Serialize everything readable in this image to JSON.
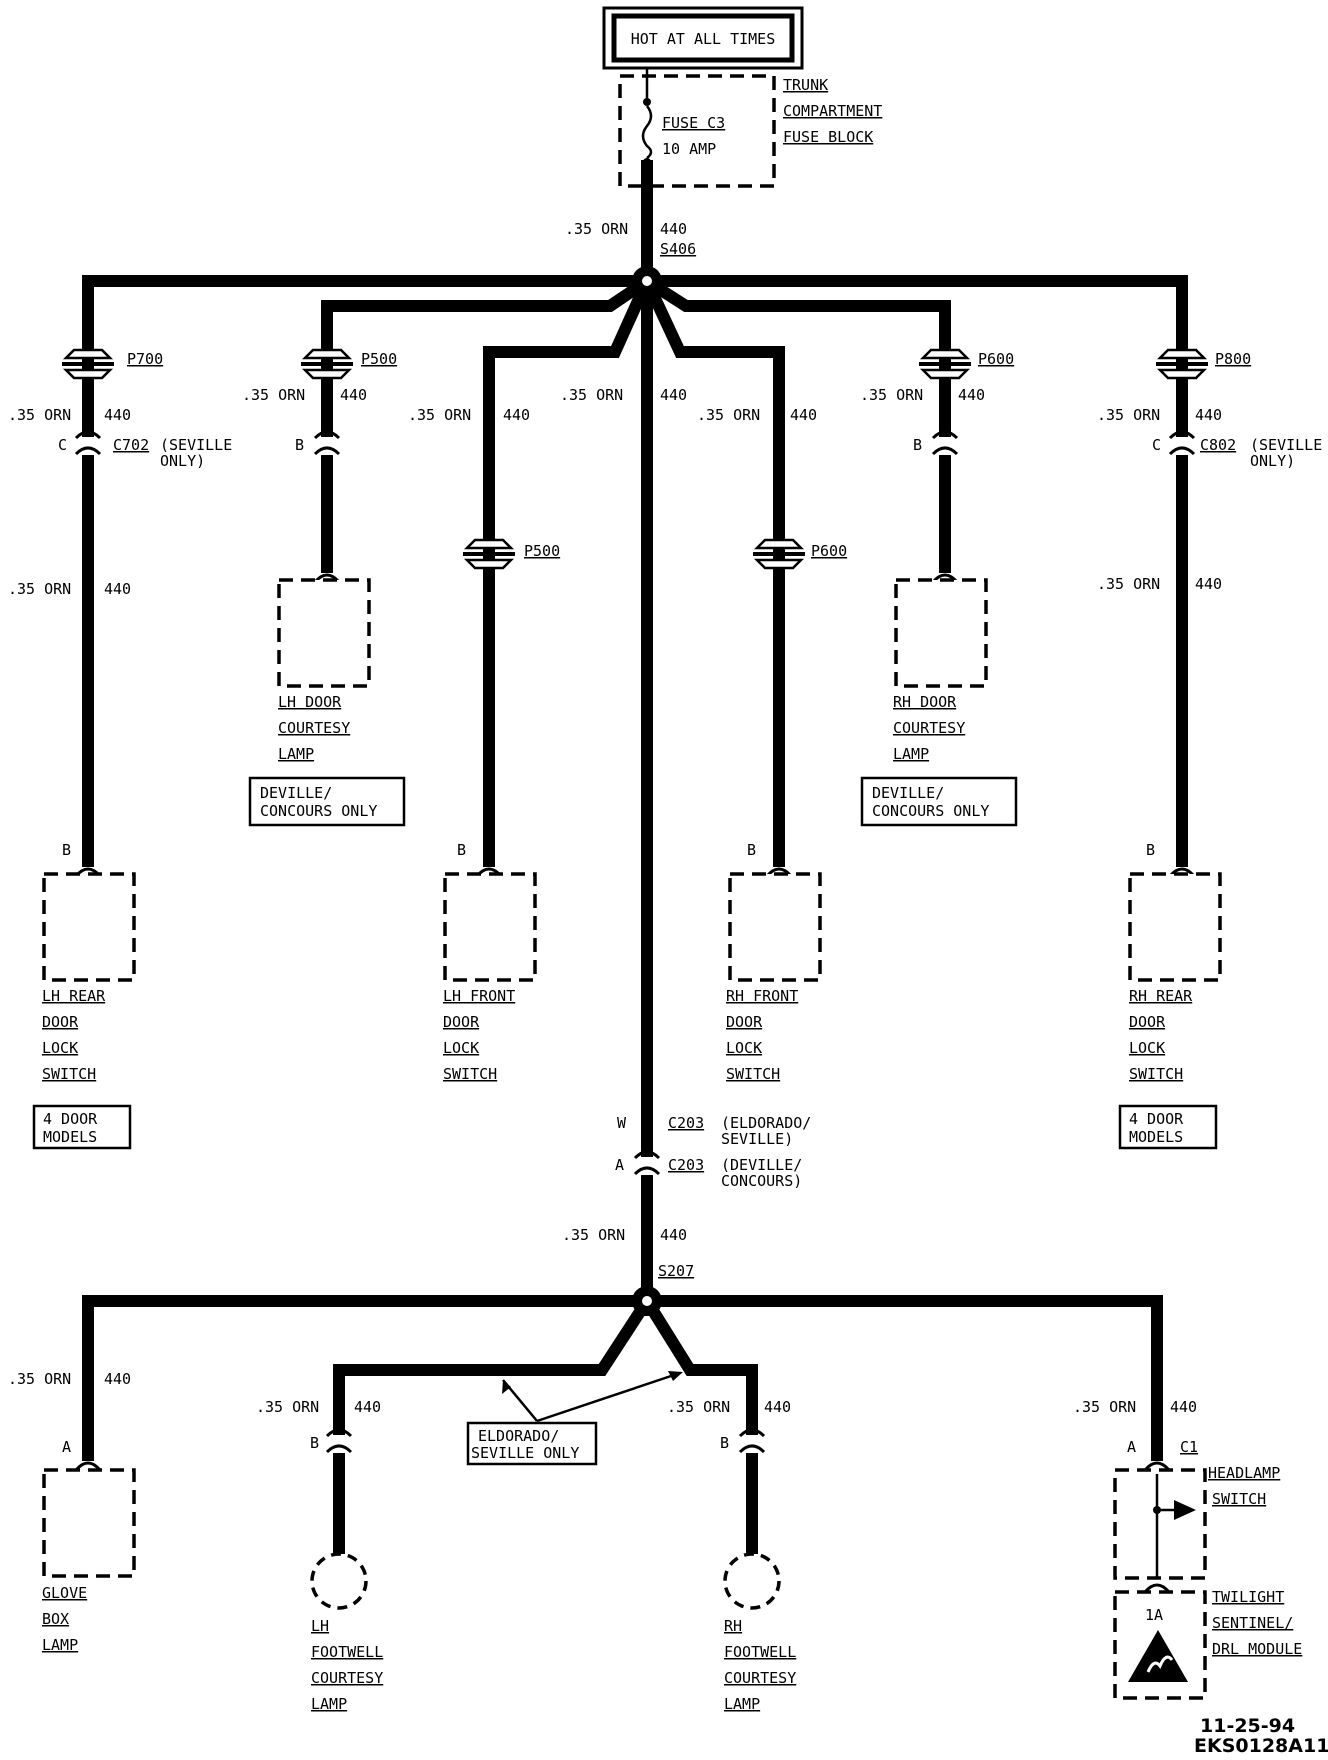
{
  "header": {
    "power": "HOT AT ALL TIMES"
  },
  "fuse_block": {
    "fuse_name": "FUSE C3",
    "fuse_rating": "10 AMP",
    "block_line1": "TRUNK",
    "block_line2": "COMPARTMENT",
    "block_line3": "FUSE BLOCK"
  },
  "wire": {
    "gauge_color": ".35 ORN",
    "circuit": "440"
  },
  "splices": {
    "upper": "S406",
    "lower": "S207"
  },
  "passthrough": {
    "p700": "P700",
    "p500": "P500",
    "p600": "P600",
    "p800": "P800"
  },
  "connectors": {
    "c702": "C702",
    "c802": "C802",
    "seville_only_1": "(SEVILLE",
    "seville_only_2": "ONLY)",
    "c203": "C203",
    "c203_note_a1": "(ELDORADO/",
    "c203_note_a2": "SEVILLE)",
    "c203_note_b1": "(DEVILLE/",
    "c203_note_b2": "CONCOURS)",
    "c1": "C1"
  },
  "pins": {
    "b": "B",
    "c": "C",
    "w": "W",
    "a": "A",
    "one_a": "1A"
  },
  "components": {
    "lh_door_courtesy": [
      "LH DOOR",
      "COURTESY",
      "LAMP"
    ],
    "rh_door_courtesy": [
      "RH DOOR",
      "COURTESY",
      "LAMP"
    ],
    "lh_rear_switch": [
      "LH REAR",
      "DOOR",
      "LOCK",
      "SWITCH"
    ],
    "lh_front_switch": [
      "LH FRONT",
      "DOOR",
      "LOCK",
      "SWITCH"
    ],
    "rh_front_switch": [
      "RH FRONT",
      "DOOR",
      "LOCK",
      "SWITCH"
    ],
    "rh_rear_switch": [
      "RH REAR",
      "DOOR",
      "LOCK",
      "SWITCH"
    ],
    "glove_box_lamp": [
      "GLOVE",
      "BOX",
      "LAMP"
    ],
    "lh_footwell_lamp": [
      "LH",
      "FOOTWELL",
      "COURTESY",
      "LAMP"
    ],
    "rh_footwell_lamp": [
      "RH",
      "FOOTWELL",
      "COURTESY",
      "LAMP"
    ],
    "headlamp_switch": [
      "HEADLAMP",
      "SWITCH"
    ],
    "twilight_module": [
      "TWILIGHT",
      "SENTINEL/",
      "DRL MODULE"
    ]
  },
  "notes": {
    "deville_only": [
      "DEVILLE/",
      "CONCOURS ONLY"
    ],
    "four_door": [
      "4 DOOR",
      "MODELS"
    ],
    "eldorado_only": [
      "ELDORADO/",
      "SEVILLE ONLY"
    ]
  },
  "footer": {
    "date": "11-25-94",
    "code": "EKS0128A11"
  }
}
